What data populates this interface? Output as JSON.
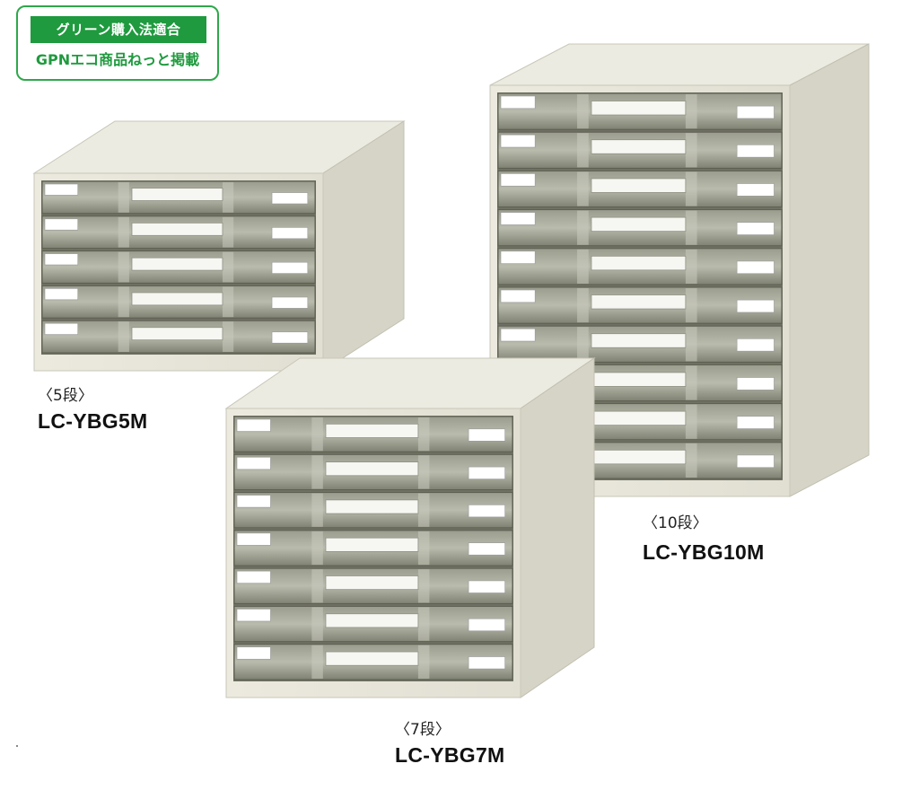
{
  "badge": {
    "line1": "グリーン購入法適合",
    "line2": "GPNエコ商品ねっと掲載"
  },
  "colors": {
    "badge_green": "#1f9a3e",
    "cabinet_body": "#e6e4d8",
    "cabinet_top": "#ecebe1",
    "cabinet_side": "#d6d4c6",
    "drawer_tint": "#8d8f7f"
  },
  "products": [
    {
      "id": "5",
      "tier": "〈5段〉",
      "model": "LC-YBG5M",
      "drawers": 5
    },
    {
      "id": "10",
      "tier": "〈10段〉",
      "model": "LC-YBG10M",
      "drawers": 10
    },
    {
      "id": "7",
      "tier": "〈7段〉",
      "model": "LC-YBG7M",
      "drawers": 7
    }
  ]
}
